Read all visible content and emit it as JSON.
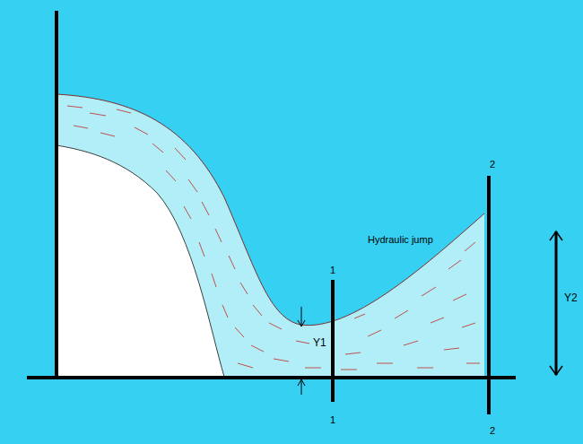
{
  "diagram": {
    "labels": [
      "2",
      "Hydraulic jump",
      "Y2",
      "Y1",
      "1",
      "1",
      "2"
    ]
  }
}
